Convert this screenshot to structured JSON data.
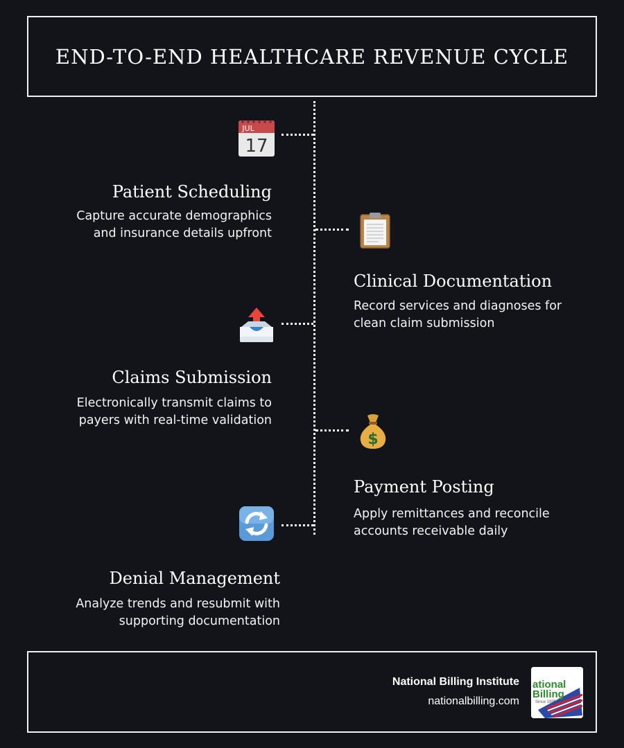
{
  "title": "END-TO-END HEALTHCARE REVENUE CYCLE",
  "calendar_icon": {
    "month": "JUL",
    "day": "17"
  },
  "steps": [
    {
      "title": "Patient Scheduling",
      "description_lines": [
        "Capture accurate demographics",
        "and insurance details upfront"
      ],
      "icon": "calendar-icon"
    },
    {
      "title": "Clinical Documentation",
      "description_lines": [
        "Record services and diagnoses for",
        "clean claim submission"
      ],
      "icon": "clipboard-icon"
    },
    {
      "title": "Claims Submission",
      "description_lines": [
        "Electronically transmit claims to",
        "payers with real-time validation"
      ],
      "icon": "outbox-tray-icon"
    },
    {
      "title": "Payment Posting",
      "description_lines": [
        "Apply remittances and reconcile",
        "accounts receivable daily"
      ],
      "icon": "money-bag-icon"
    },
    {
      "title": "Denial Management",
      "description_lines": [
        "Analyze trends and resubmit with",
        "supporting documentation"
      ],
      "icon": "refresh-arrows-icon"
    }
  ],
  "footer": {
    "org_name": "National Billing Institute",
    "url": "nationalbilling.com",
    "logo_text_line1": "ational",
    "logo_text_line2": "Billing",
    "logo_text_line3": "Since 1995"
  },
  "colors": {
    "background": "#13141a",
    "foreground": "#ffffff",
    "logo_green": "#2e8b2e",
    "logo_red": "#cc2233",
    "logo_blue": "#2b4aa8"
  }
}
